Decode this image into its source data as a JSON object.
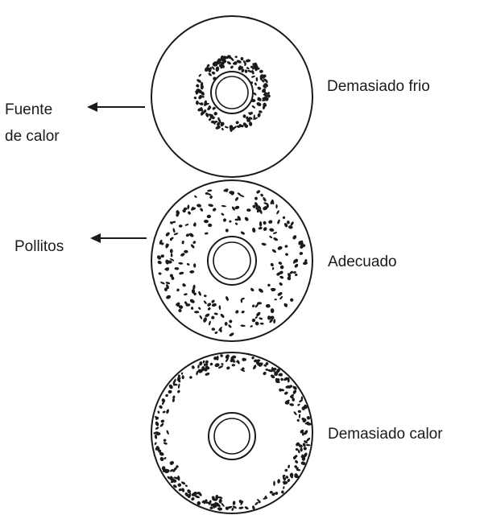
{
  "labels": {
    "heat_source": [
      "Fuente",
      "de calor"
    ],
    "chicks": "Pollitos",
    "too_cold": "Demasiado frio",
    "correct": "Adecuado",
    "too_hot": "Demasiado calor"
  },
  "diagrams": [
    {
      "state": "too-cold",
      "chick_distribution": "clustered around heat source"
    },
    {
      "state": "correct",
      "chick_distribution": "evenly spread"
    },
    {
      "state": "too-hot",
      "chick_distribution": "along outer wall"
    }
  ],
  "colors": {
    "ink": "#1a1a1a",
    "background": "#ffffff"
  },
  "icons": [
    "arrow-left-icon"
  ]
}
